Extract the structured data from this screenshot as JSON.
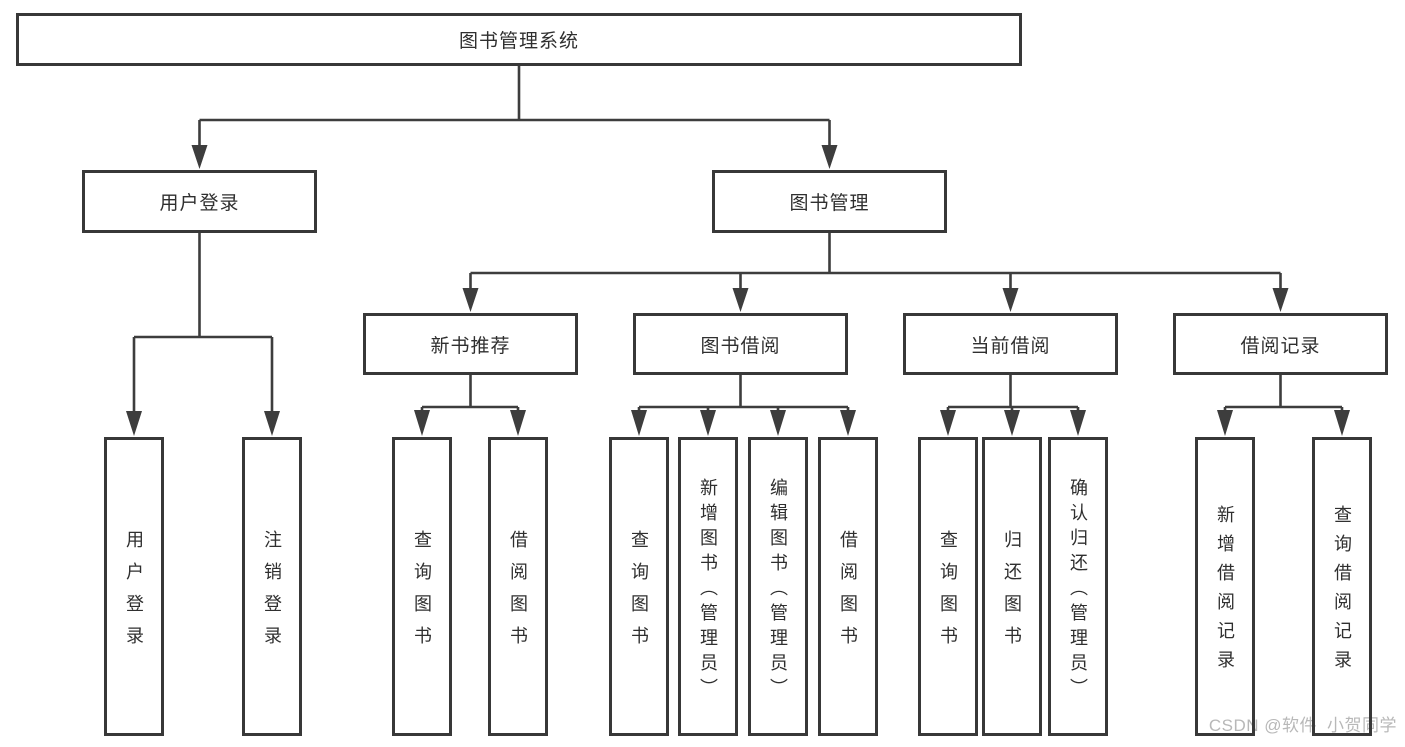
{
  "diagram": {
    "root": {
      "label": "图书管理系统"
    },
    "level2": [
      {
        "id": "user-login",
        "label": "用户登录"
      },
      {
        "id": "book-management",
        "label": "图书管理"
      }
    ],
    "level3": [
      {
        "id": "new-book-recommend",
        "label": "新书推荐",
        "parent": "图书管理"
      },
      {
        "id": "book-borrow",
        "label": "图书借阅",
        "parent": "图书管理"
      },
      {
        "id": "current-borrow",
        "label": "当前借阅",
        "parent": "图书管理"
      },
      {
        "id": "borrow-records",
        "label": "借阅记录",
        "parent": "图书管理"
      }
    ],
    "leaves": [
      {
        "label": "用户登录",
        "parent": "用户登录"
      },
      {
        "label": "注销登录",
        "parent": "用户登录"
      },
      {
        "label": "查询图书",
        "parent": "新书推荐"
      },
      {
        "label": "借阅图书",
        "parent": "新书推荐"
      },
      {
        "label": "查询图书",
        "parent": "图书借阅"
      },
      {
        "label": "新增图书（管理员）",
        "parent": "图书借阅"
      },
      {
        "label": "编辑图书（管理员）",
        "parent": "图书借阅"
      },
      {
        "label": "借阅图书",
        "parent": "图书借阅"
      },
      {
        "label": "查询图书",
        "parent": "当前借阅"
      },
      {
        "label": "归还图书",
        "parent": "当前借阅"
      },
      {
        "label": "确认归还（管理员）",
        "parent": "当前借阅"
      },
      {
        "label": "新增借阅记录",
        "parent": "借阅记录"
      },
      {
        "label": "查询借阅记录",
        "parent": "借阅记录"
      }
    ]
  },
  "watermark": "CSDN @软件_小贺同学",
  "colors": {
    "line": "#3d3d3d",
    "border": "#383838",
    "text": "#2f2f2f",
    "watermark": "#b8b8b8",
    "background": "#ffffff"
  }
}
